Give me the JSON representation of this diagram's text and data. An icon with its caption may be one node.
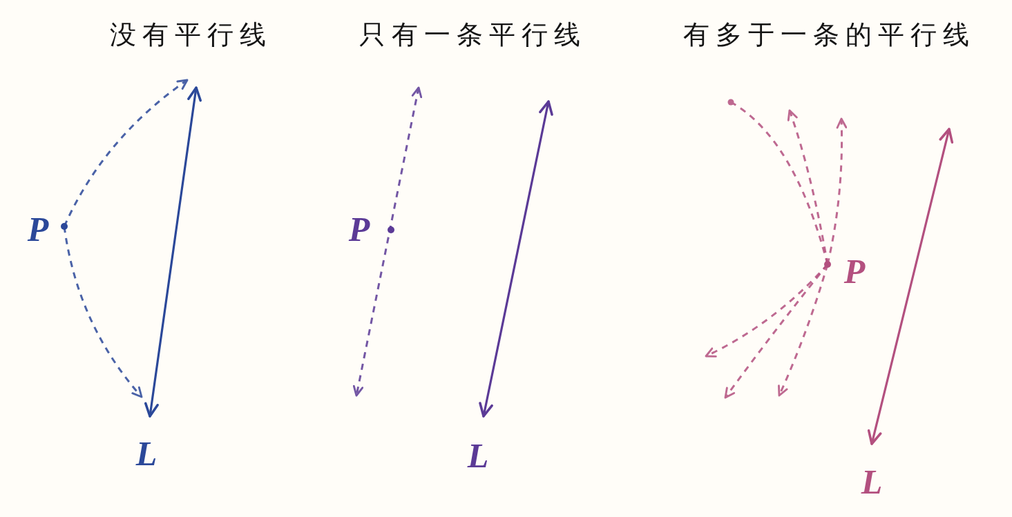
{
  "diagram": {
    "labels": [
      "没有平行线",
      "只有一条平行线",
      "有多于一条的平行线",
      "P",
      "L",
      "P",
      "L",
      "P",
      "L"
    ]
  }
}
